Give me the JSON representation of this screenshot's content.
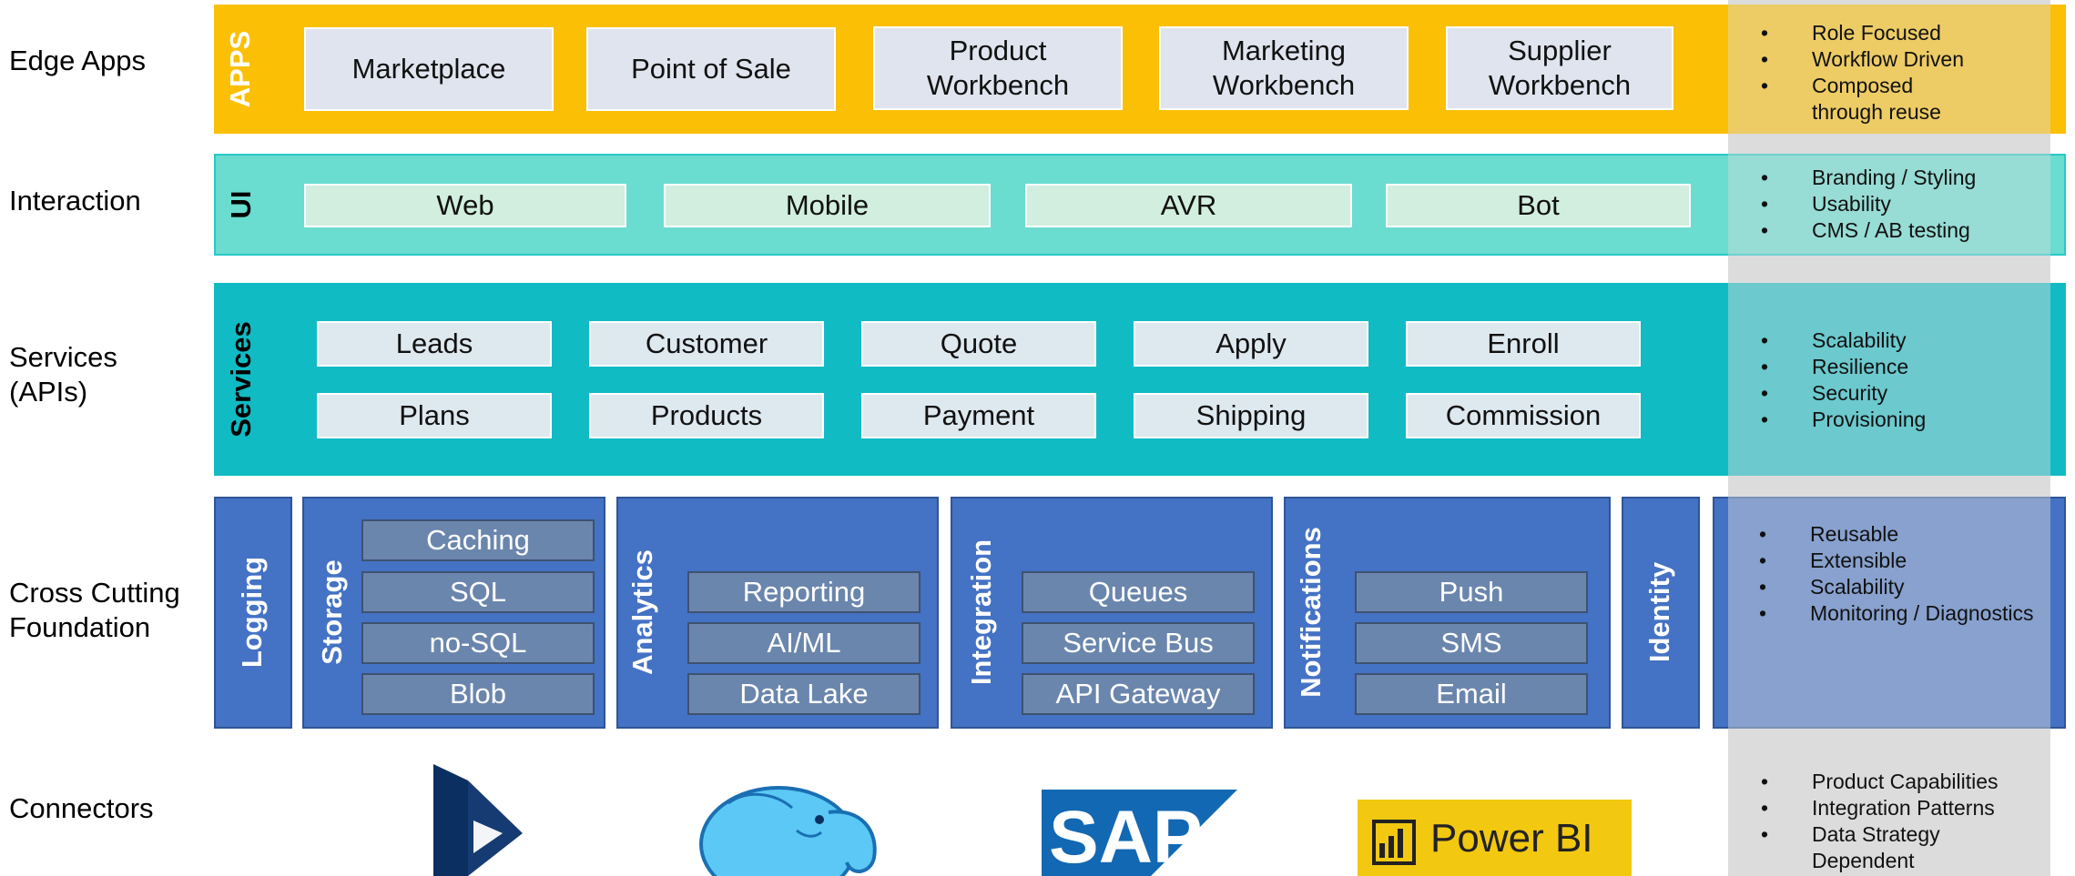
{
  "rows": {
    "edge_apps": "Edge Apps",
    "interaction": "Interaction",
    "services_line1": "Services",
    "services_line2": "(APIs)",
    "cross_cutting_line1": "Cross Cutting",
    "cross_cutting_line2": "Foundation",
    "connectors": "Connectors"
  },
  "apps": {
    "label": "APPS",
    "items": [
      {
        "line1": "Marketplace",
        "line2": ""
      },
      {
        "line1": "Point of Sale",
        "line2": ""
      },
      {
        "line1": "Product",
        "line2": "Workbench"
      },
      {
        "line1": "Marketing",
        "line2": "Workbench"
      },
      {
        "line1": "Supplier",
        "line2": "Workbench"
      }
    ],
    "bullets": [
      "Role Focused",
      "Workflow Driven",
      "Composed",
      "through reuse"
    ]
  },
  "ui": {
    "label": "UI",
    "items": [
      "Web",
      "Mobile",
      "AVR",
      "Bot"
    ],
    "bullets": [
      "Branding / Styling",
      "Usability",
      "CMS / AB testing"
    ]
  },
  "services": {
    "label": "Services",
    "row1": [
      "Leads",
      "Customer",
      "Quote",
      "Apply",
      "Enroll"
    ],
    "row2": [
      "Plans",
      "Products",
      "Payment",
      "Shipping",
      "Commission"
    ],
    "bullets": [
      "Scalability",
      "Resilience",
      "Security",
      "Provisioning"
    ]
  },
  "foundation": {
    "logging": "Logging",
    "storage": {
      "label": "Storage",
      "items": [
        "Caching",
        "SQL",
        "no-SQL",
        "Blob"
      ]
    },
    "analytics": {
      "label": "Analytics",
      "items": [
        "Reporting",
        "AI/ML",
        "Data Lake"
      ]
    },
    "integration": {
      "label": "Integration",
      "items": [
        "Queues",
        "Service Bus",
        "API Gateway"
      ]
    },
    "notifications": {
      "label": "Notifications",
      "items": [
        "Push",
        "SMS",
        "Email"
      ]
    },
    "identity": "Identity",
    "bullets": [
      "Reusable",
      "Extensible",
      "Scalability",
      "Monitoring / Diagnostics"
    ]
  },
  "connectors": {
    "logos": [
      "dynamics-logo",
      "hadoop-elephant-logo",
      "sap-logo",
      "power-bi-logo"
    ],
    "sap_text": "SAP",
    "powerbi_text": "Power BI",
    "bullets": [
      "Product Capabilities",
      "Integration Patterns",
      "Data Strategy",
      "Dependent"
    ]
  },
  "colors": {
    "apps_band": "#fbbf05",
    "ui_band": "#6adcd0",
    "services_band": "#11bbc4",
    "foundation": "#4472c4",
    "sidebar": "#dcdcdc"
  }
}
